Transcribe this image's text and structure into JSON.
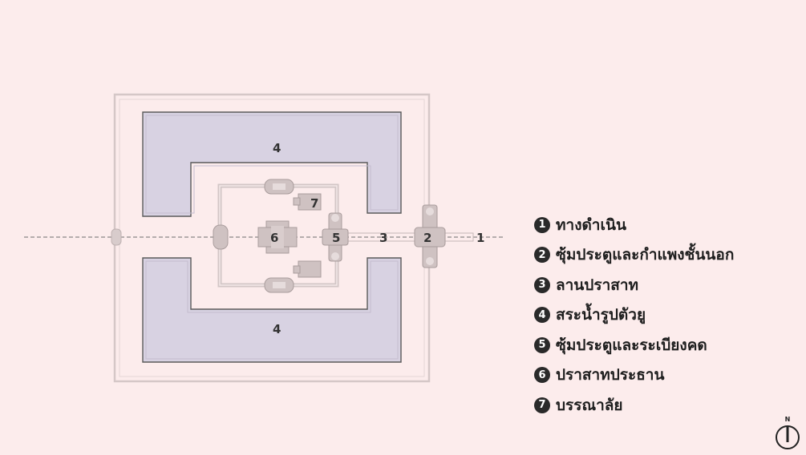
{
  "plan_labels": {
    "moat_top": "4",
    "moat_bottom": "4",
    "library": "7",
    "main_sanctuary": "6",
    "gallery_gate": "5",
    "courtyard": "3",
    "outer_gate": "2",
    "walkway": "1"
  },
  "legend": [
    {
      "num": "1",
      "label": "ทางดำเนิน"
    },
    {
      "num": "2",
      "label": "ซุ้มประตูและกำแพงชั้นนอก"
    },
    {
      "num": "3",
      "label": "ลานปราสาท"
    },
    {
      "num": "4",
      "label": "สระน้ำรูปตัวยู"
    },
    {
      "num": "5",
      "label": "ซุ้มประตูและระเบียงคด"
    },
    {
      "num": "6",
      "label": "ปราสาทประธาน"
    },
    {
      "num": "7",
      "label": "บรรณาลัย"
    }
  ],
  "compass": {
    "letter": "N"
  },
  "colors": {
    "background": "#fcecec",
    "moat": "#d8d2e2",
    "structure": "#c9bcbc",
    "badge": "#2a2a2a"
  }
}
